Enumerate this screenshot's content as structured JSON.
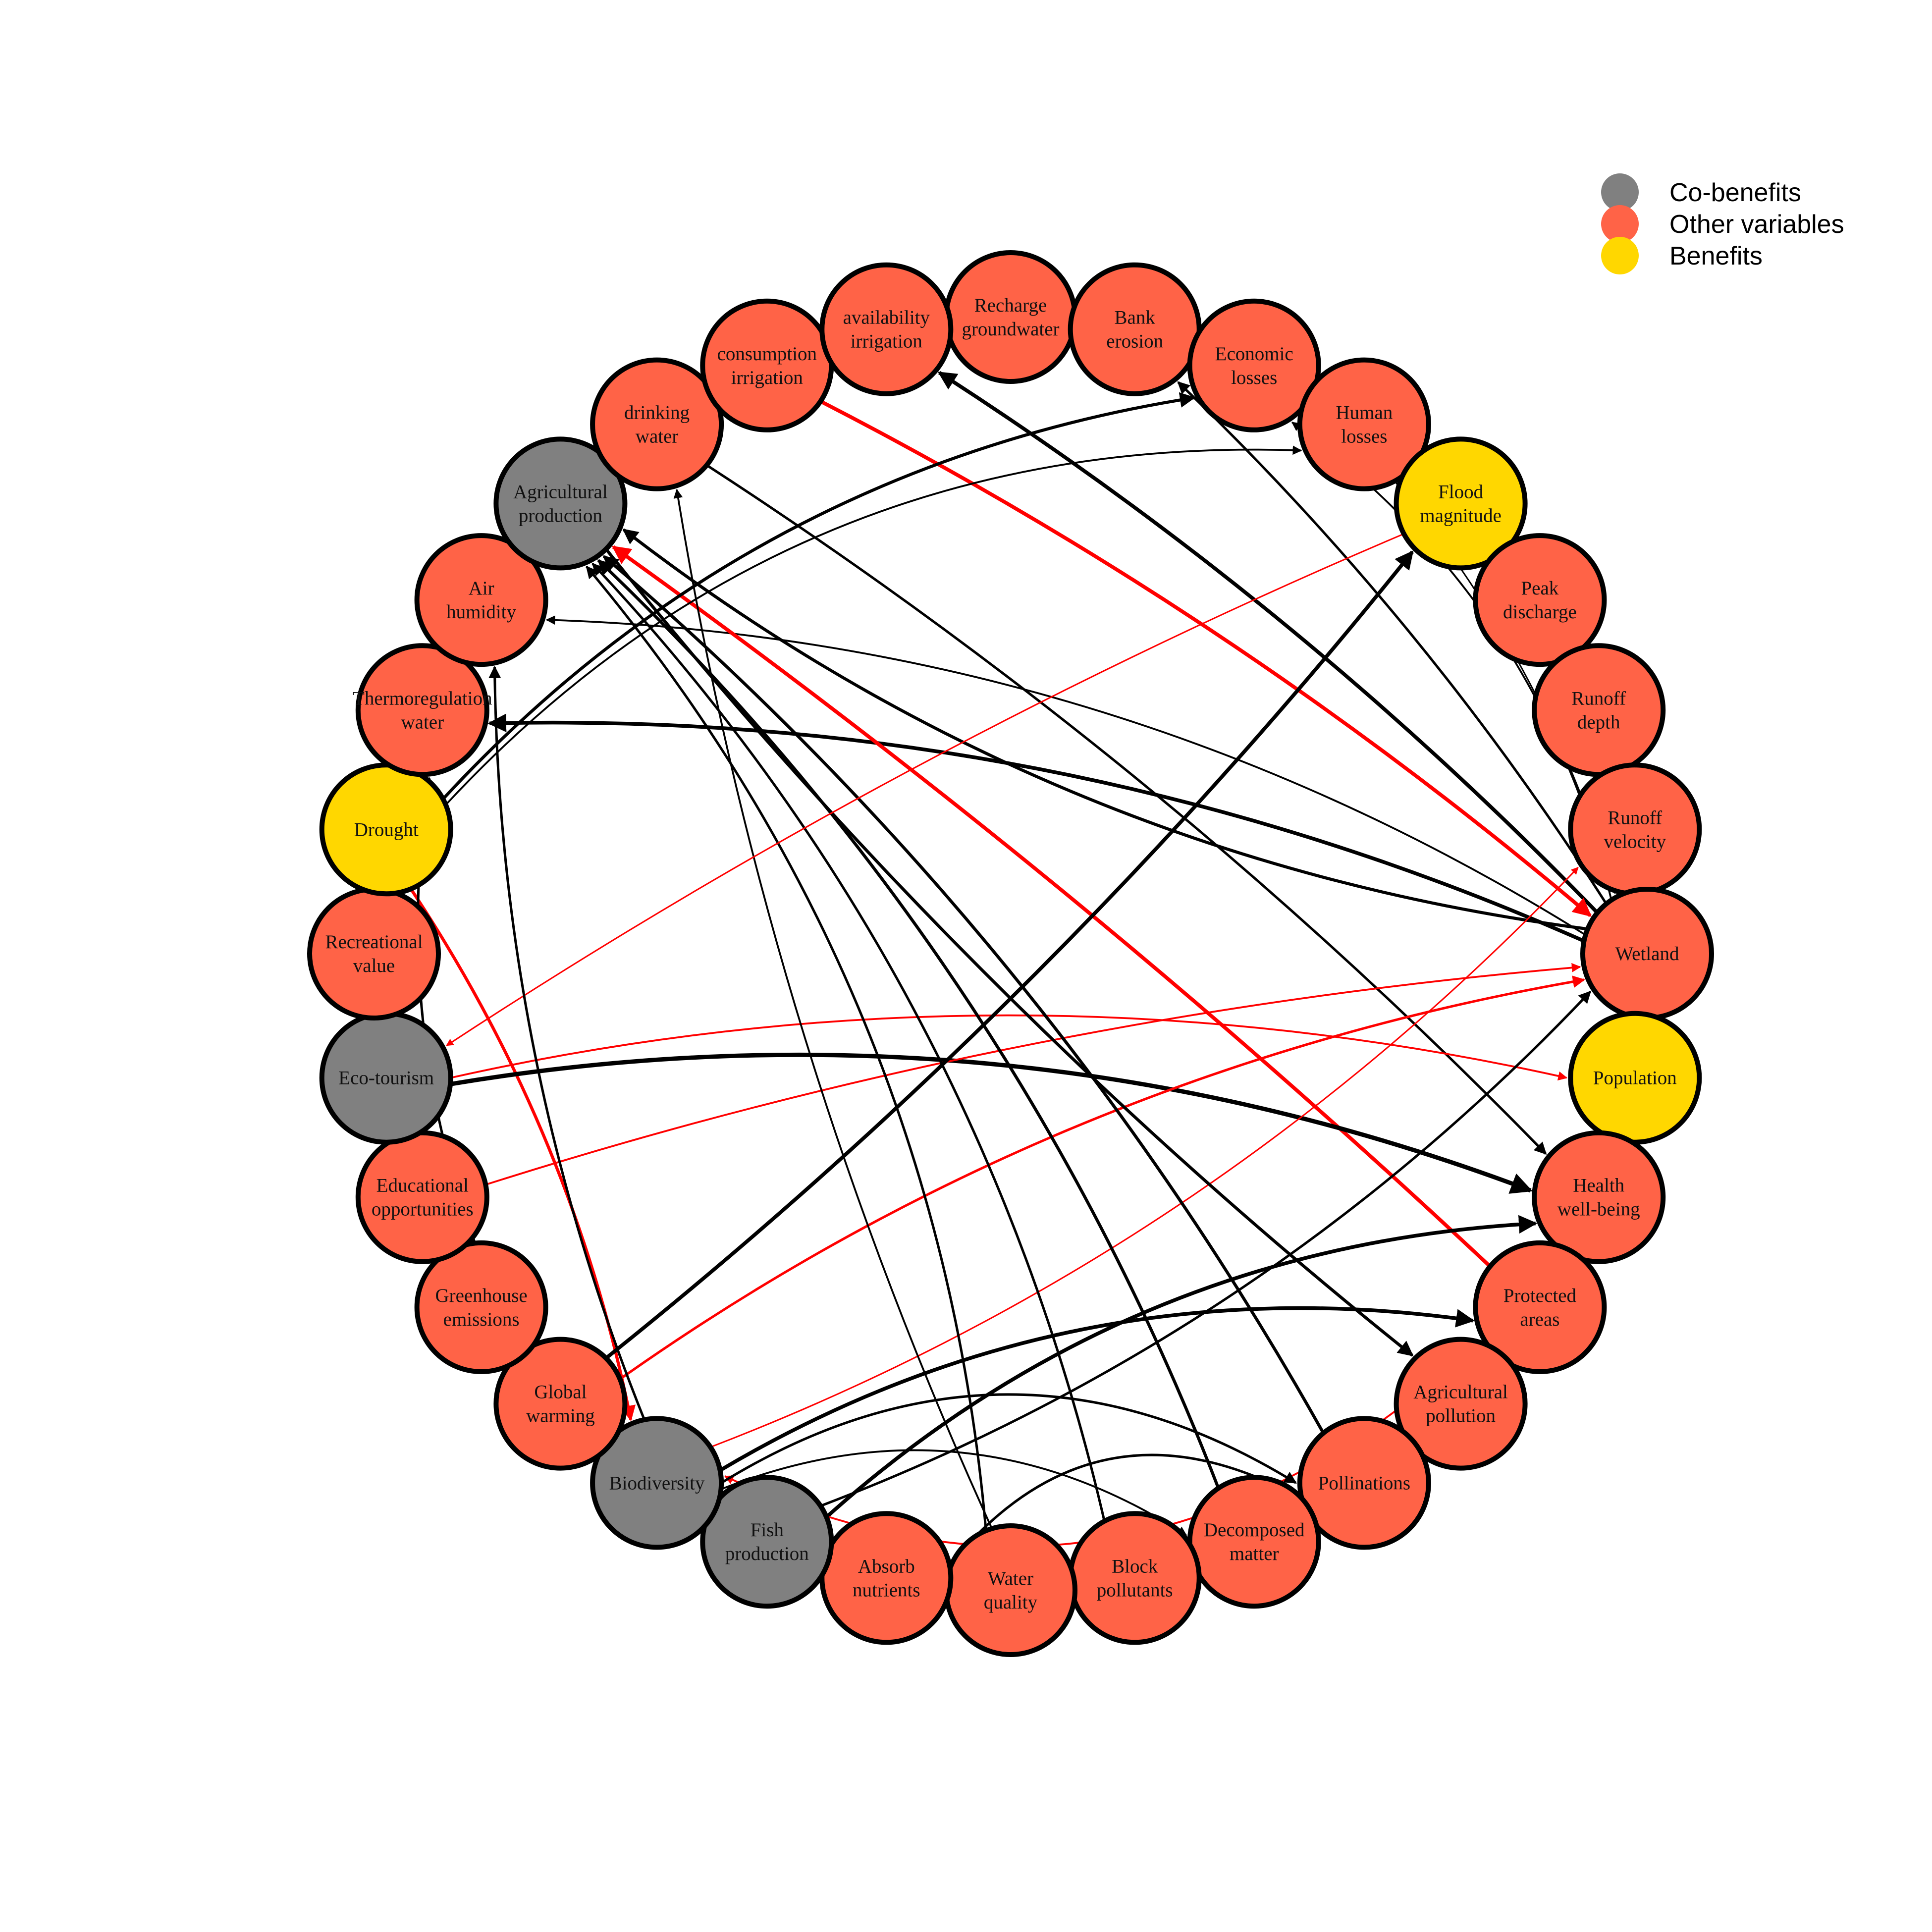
{
  "legend": [
    {
      "label": "Co-benefits",
      "color": "#808080"
    },
    {
      "label": "Other variables",
      "color": "#FF6347"
    },
    {
      "label": "Benefits",
      "color": "#FFD700"
    }
  ],
  "colors": {
    "co_benefit": "#808080",
    "other": "#FF6347",
    "benefit": "#FFD700",
    "edge_black": "#000000",
    "edge_red": "#FF0000"
  },
  "nodes": [
    {
      "id": "recharge",
      "lines": [
        "Recharge",
        "groundwater"
      ],
      "group": "other"
    },
    {
      "id": "bank",
      "lines": [
        "Bank",
        "erosion"
      ],
      "group": "other"
    },
    {
      "id": "econ",
      "lines": [
        "Economic",
        "losses"
      ],
      "group": "other"
    },
    {
      "id": "human",
      "lines": [
        "Human",
        "losses"
      ],
      "group": "other"
    },
    {
      "id": "flood",
      "lines": [
        "Flood",
        "magnitude"
      ],
      "group": "benefit"
    },
    {
      "id": "peak",
      "lines": [
        "Peak",
        "discharge"
      ],
      "group": "other"
    },
    {
      "id": "rdepth",
      "lines": [
        "Runoff",
        "depth"
      ],
      "group": "other"
    },
    {
      "id": "rvel",
      "lines": [
        "Runoff",
        "velocity"
      ],
      "group": "other"
    },
    {
      "id": "wetland",
      "lines": [
        "Wetland"
      ],
      "group": "other"
    },
    {
      "id": "pop",
      "lines": [
        "Population"
      ],
      "group": "benefit"
    },
    {
      "id": "health",
      "lines": [
        "Health",
        "well-being"
      ],
      "group": "other"
    },
    {
      "id": "protected",
      "lines": [
        "Protected",
        "areas"
      ],
      "group": "other"
    },
    {
      "id": "agpoll",
      "lines": [
        "Agricultural",
        "pollution"
      ],
      "group": "other"
    },
    {
      "id": "pollin",
      "lines": [
        "Pollinations"
      ],
      "group": "other"
    },
    {
      "id": "decomp",
      "lines": [
        "Decomposed",
        "matter"
      ],
      "group": "other"
    },
    {
      "id": "block",
      "lines": [
        "Block",
        "pollutants"
      ],
      "group": "other"
    },
    {
      "id": "wq",
      "lines": [
        "Water",
        "quality"
      ],
      "group": "other"
    },
    {
      "id": "absorb",
      "lines": [
        "Absorb",
        "nutrients"
      ],
      "group": "other"
    },
    {
      "id": "fish",
      "lines": [
        "Fish",
        "production"
      ],
      "group": "co_benefit"
    },
    {
      "id": "bio",
      "lines": [
        "Biodiversity"
      ],
      "group": "co_benefit"
    },
    {
      "id": "gw",
      "lines": [
        "Global",
        "warming"
      ],
      "group": "other"
    },
    {
      "id": "ghg",
      "lines": [
        "Greenhouse",
        "emissions"
      ],
      "group": "other"
    },
    {
      "id": "edu",
      "lines": [
        "Educational",
        "opportunities"
      ],
      "group": "other"
    },
    {
      "id": "eco",
      "lines": [
        "Eco-tourism"
      ],
      "group": "co_benefit"
    },
    {
      "id": "rec",
      "lines": [
        "Recreational",
        "value"
      ],
      "group": "other"
    },
    {
      "id": "drought",
      "lines": [
        "Drought"
      ],
      "group": "benefit"
    },
    {
      "id": "thermo",
      "lines": [
        "Thermoregulation",
        "water"
      ],
      "group": "other"
    },
    {
      "id": "air",
      "lines": [
        "Air",
        "humidity"
      ],
      "group": "other"
    },
    {
      "id": "agprod",
      "lines": [
        "Agricultural",
        "production"
      ],
      "group": "co_benefit"
    },
    {
      "id": "drink",
      "lines": [
        "drinking",
        "water"
      ],
      "group": "other"
    },
    {
      "id": "cons",
      "lines": [
        "consumption",
        "irrigation"
      ],
      "group": "other"
    },
    {
      "id": "avail",
      "lines": [
        "availability",
        "irrigation"
      ],
      "group": "other"
    }
  ],
  "edges": [
    {
      "from": "wetland",
      "to": "avail",
      "color": "black",
      "w": 3,
      "bend": 0.05
    },
    {
      "from": "wetland",
      "to": "agprod",
      "color": "black",
      "w": 2.5,
      "bend": -0.12
    },
    {
      "from": "wetland",
      "to": "thermo",
      "color": "black",
      "w": 3,
      "bend": 0.1
    },
    {
      "from": "wetland",
      "to": "air",
      "color": "black",
      "w": 1.5,
      "bend": 0.12
    },
    {
      "from": "wetland",
      "to": "bank",
      "color": "black",
      "w": 2,
      "bend": 0.05
    },
    {
      "from": "wetland",
      "to": "econ",
      "color": "black",
      "w": 1.5,
      "bend": 0.15
    },
    {
      "from": "cons",
      "to": "wetland",
      "color": "red",
      "w": 3,
      "bend": -0.05
    },
    {
      "from": "drink",
      "to": "health",
      "color": "black",
      "w": 2,
      "bend": -0.05
    },
    {
      "from": "protected",
      "to": "agprod",
      "color": "red",
      "w": 3,
      "bend": 0.03
    },
    {
      "from": "drought",
      "to": "econ",
      "color": "black",
      "w": 2.5,
      "bend": -0.15
    },
    {
      "from": "drought",
      "to": "human",
      "color": "black",
      "w": 1.5,
      "bend": -0.2
    },
    {
      "from": "drought",
      "to": "bio",
      "color": "red",
      "w": 2.5,
      "bend": -0.08
    },
    {
      "from": "eco",
      "to": "health",
      "color": "black",
      "w": 3.5,
      "bend": -0.12
    },
    {
      "from": "eco",
      "to": "pop",
      "color": "red",
      "w": 1.5,
      "bend": -0.1
    },
    {
      "from": "edu",
      "to": "wetland",
      "color": "red",
      "w": 1.5,
      "bend": -0.05
    },
    {
      "from": "gw",
      "to": "wetland",
      "color": "red",
      "w": 2,
      "bend": -0.1
    },
    {
      "from": "gw",
      "to": "flood",
      "color": "black",
      "w": 3,
      "bend": 0.05
    },
    {
      "from": "bio",
      "to": "protected",
      "color": "black",
      "w": 3,
      "bend": -0.15
    },
    {
      "from": "bio",
      "to": "rvel",
      "color": "red",
      "w": 1.2,
      "bend": 0.1
    },
    {
      "from": "fish",
      "to": "health",
      "color": "black",
      "w": 3,
      "bend": -0.15
    },
    {
      "from": "fish",
      "to": "wetland",
      "color": "black",
      "w": 2,
      "bend": 0.1
    },
    {
      "from": "agpoll",
      "to": "bio",
      "color": "red",
      "w": 1.5,
      "bend": -0.25
    },
    {
      "from": "pollin",
      "to": "agprod",
      "color": "black",
      "w": 2.5,
      "bend": 0.08
    },
    {
      "from": "decomp",
      "to": "agprod",
      "color": "black",
      "w": 2.5,
      "bend": 0.1
    },
    {
      "from": "block",
      "to": "agprod",
      "color": "black",
      "w": 2,
      "bend": 0.12
    },
    {
      "from": "wq",
      "to": "agprod",
      "color": "black",
      "w": 2,
      "bend": 0.14
    },
    {
      "from": "wq",
      "to": "drink",
      "color": "black",
      "w": 1.5,
      "bend": -0.06
    },
    {
      "from": "absorb",
      "to": "pollin",
      "color": "black",
      "w": 2,
      "bend": -0.3
    },
    {
      "from": "bio",
      "to": "pollin",
      "color": "black",
      "w": 2,
      "bend": -0.25
    },
    {
      "from": "bio",
      "to": "decomp",
      "color": "black",
      "w": 1.5,
      "bend": -0.2
    },
    {
      "from": "agprod",
      "to": "agpoll",
      "color": "black",
      "w": 2.5,
      "bend": 0.05
    },
    {
      "from": "flood",
      "to": "eco",
      "color": "red",
      "w": 1.2,
      "bend": 0.04
    },
    {
      "from": "flood",
      "to": "wetland",
      "color": "black",
      "w": 1.5,
      "bend": -0.1
    },
    {
      "from": "human",
      "to": "wetland",
      "color": "black",
      "w": 1.2,
      "bend": -0.08
    },
    {
      "from": "ghg",
      "to": "thermo",
      "color": "black",
      "w": 2,
      "bend": -0.1
    },
    {
      "from": "bio",
      "to": "air",
      "color": "black",
      "w": 2,
      "bend": -0.08
    }
  ]
}
